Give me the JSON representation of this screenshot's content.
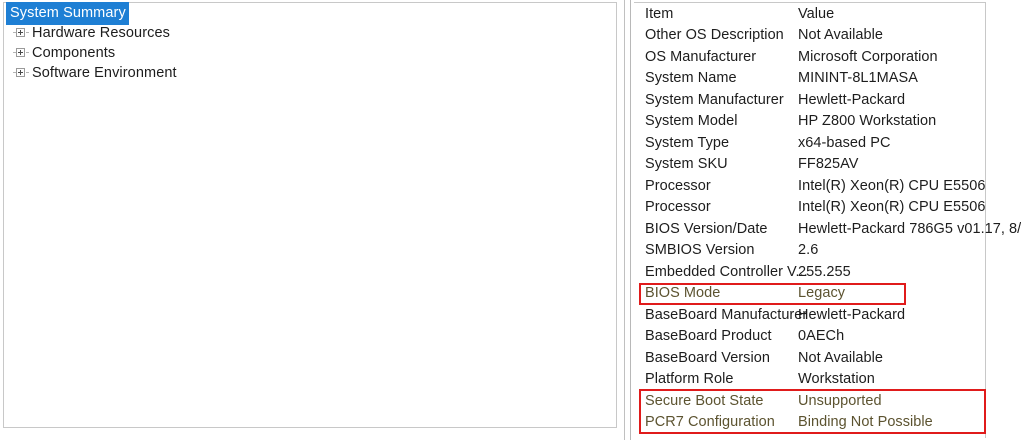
{
  "tree": {
    "nodes": [
      {
        "label": "System Summary",
        "selected": true,
        "expandable": false
      },
      {
        "label": "Hardware Resources",
        "selected": false,
        "expandable": true
      },
      {
        "label": "Components",
        "selected": false,
        "expandable": true
      },
      {
        "label": "Software Environment",
        "selected": false,
        "expandable": true
      }
    ],
    "selection_color": "#1e7fd4",
    "selection_text_color": "#ffffff"
  },
  "detail": {
    "columns": [
      "Item",
      "Value"
    ],
    "rows": [
      {
        "item": "Item",
        "value": "Value",
        "header": true
      },
      {
        "item": "Other OS Description",
        "value": "Not Available"
      },
      {
        "item": "OS Manufacturer",
        "value": "Microsoft Corporation"
      },
      {
        "item": "System Name",
        "value": "MININT-8L1MASA"
      },
      {
        "item": "System Manufacturer",
        "value": "Hewlett-Packard"
      },
      {
        "item": "System Model",
        "value": "HP Z800 Workstation"
      },
      {
        "item": "System Type",
        "value": "x64-based PC"
      },
      {
        "item": "System SKU",
        "value": "FF825AV"
      },
      {
        "item": "Processor",
        "value": "Intel(R) Xeon(R) CPU          E5506"
      },
      {
        "item": "Processor",
        "value": "Intel(R) Xeon(R) CPU          E5506"
      },
      {
        "item": "BIOS Version/Date",
        "value": "Hewlett-Packard 786G5 v01.17, 8/"
      },
      {
        "item": "SMBIOS Version",
        "value": "2.6"
      },
      {
        "item": "Embedded Controller V...",
        "value": "255.255"
      },
      {
        "item": "BIOS Mode",
        "value": "Legacy",
        "tinted": true
      },
      {
        "item": "BaseBoard Manufacturer",
        "value": "Hewlett-Packard"
      },
      {
        "item": "BaseBoard Product",
        "value": "0AECh"
      },
      {
        "item": "BaseBoard Version",
        "value": "Not Available"
      },
      {
        "item": "Platform Role",
        "value": "Workstation"
      },
      {
        "item": "Secure Boot State",
        "value": "Unsupported",
        "tinted": true
      },
      {
        "item": "PCR7 Configuration",
        "value": "Binding Not Possible",
        "tinted": true
      }
    ]
  },
  "annotations": {
    "color": "#e01b1b",
    "boxes": [
      {
        "name": "bios-mode-highlight",
        "target_item": "BIOS Mode"
      },
      {
        "name": "secure-boot-highlight",
        "target_item": "Secure Boot State / PCR7 Configuration"
      }
    ]
  }
}
